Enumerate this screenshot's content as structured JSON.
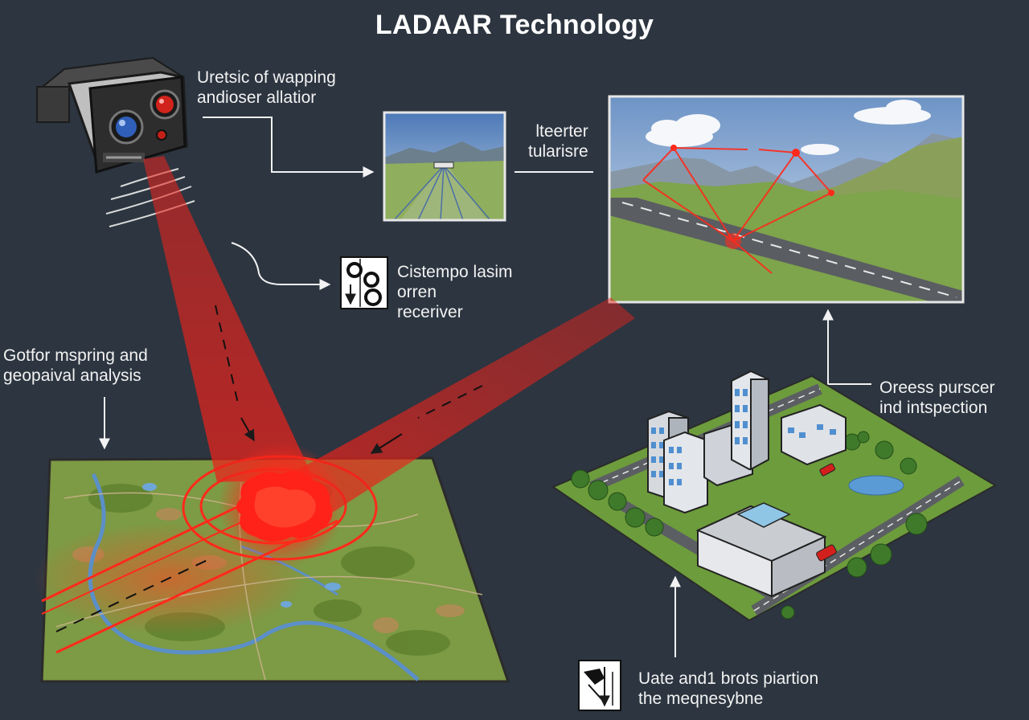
{
  "title": "LADAAR Technology",
  "labels": {
    "mapping_caption": [
      "Uretsic of  wapping",
      "andioser allatior"
    ],
    "scene_caption": [
      "lteerter",
      "tularisre"
    ],
    "receiver_caption": [
      "Cistempo lasim",
      "orren",
      "receriver"
    ],
    "geo_caption": [
      "Gotfor mspring and",
      "geopaival analysis"
    ],
    "inspection_caption": [
      "Oreess purscer",
      "ind intspection"
    ],
    "urban_caption": [
      "Uate and1 brots piartion",
      "the meqnesybne"
    ]
  },
  "colors": {
    "background": "#2c3540",
    "laser": "#e8231c",
    "text": "#f2f2f2"
  },
  "icons": [
    "ladar-device-icon",
    "receiver-icon",
    "urban-planning-icon"
  ]
}
